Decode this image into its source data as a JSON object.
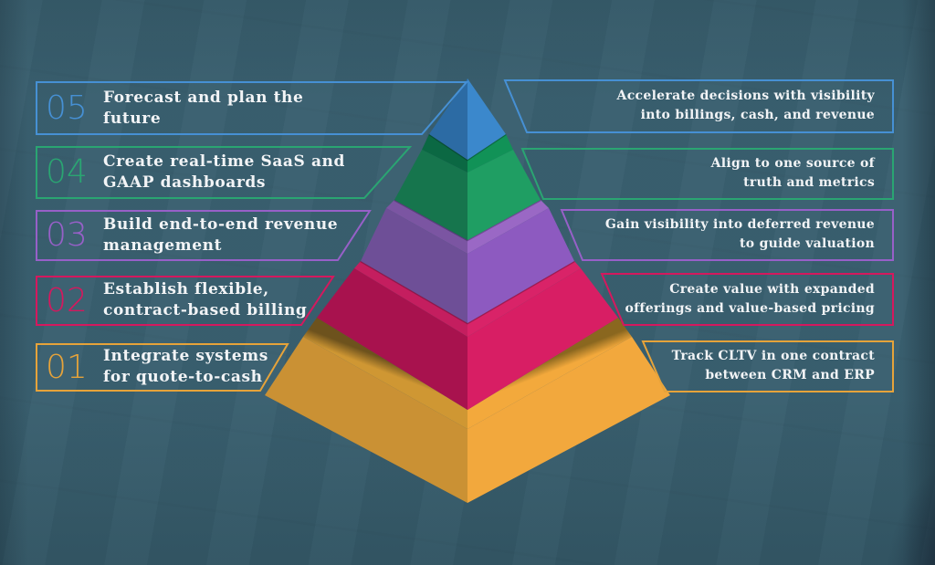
{
  "diagram": {
    "kind": "revenue-growth-pyramid",
    "levels_order": "05 top to 01 bottom"
  },
  "background": {
    "base": "#3a6070",
    "shade": "#16283a"
  },
  "text_color": "#f2f4f6",
  "rows": [
    {
      "number": "05",
      "color": "#4690d4",
      "left_line1": "Forecast and plan the",
      "left_line2": "future",
      "right_line1": "Accelerate decisions with visibility",
      "right_line2": "into billings, cash, and revenue",
      "pyramid": {
        "face_left": "#2c6ba4",
        "face_right": "#3b88cc"
      }
    },
    {
      "number": "04",
      "color": "#2aa572",
      "left_line1": "Create real-time SaaS and",
      "left_line2": "GAAP dashboards",
      "right_line1": "Align to one source of",
      "right_line2": "truth and metrics",
      "pyramid": {
        "band_left": "#0b6843",
        "band_right": "#119257",
        "face_left": "#16754d",
        "face_right": "#1f9e63"
      }
    },
    {
      "number": "03",
      "color": "#9760c8",
      "left_line1": "Build end-to-end revenue",
      "left_line2": "management",
      "right_line1": "Gain visibility into deferred revenue",
      "right_line2": "to guide valuation",
      "pyramid": {
        "band_left": "#7b55a2",
        "band_right": "#9a68c5",
        "face_left": "#6e4f97",
        "face_right": "#8d5ac0"
      }
    },
    {
      "number": "02",
      "color": "#d5185e",
      "left_line1": "Establish flexible,",
      "left_line2": "contract-based billing",
      "right_line1": "Create value with expanded",
      "right_line2": "offerings and value-based pricing",
      "pyramid": {
        "band_left": "#c41e5f",
        "band_right": "#d92368",
        "face_left": "#a8124e",
        "face_right": "#d81e64"
      }
    },
    {
      "number": "01",
      "color": "#e6a33a",
      "left_line1": "Integrate systems",
      "left_line2": "for quote-to-cash",
      "right_line1": "Track CLTV in one contract",
      "right_line2": "between CRM and ERP",
      "pyramid": {
        "band_left": "#cf9733",
        "band_left_dark": "#6d521d",
        "band_right": "#f3a93c",
        "band_right_dark": "#8a671f",
        "face_left": "#ca9134",
        "face_right": "#f2a83d"
      }
    }
  ]
}
